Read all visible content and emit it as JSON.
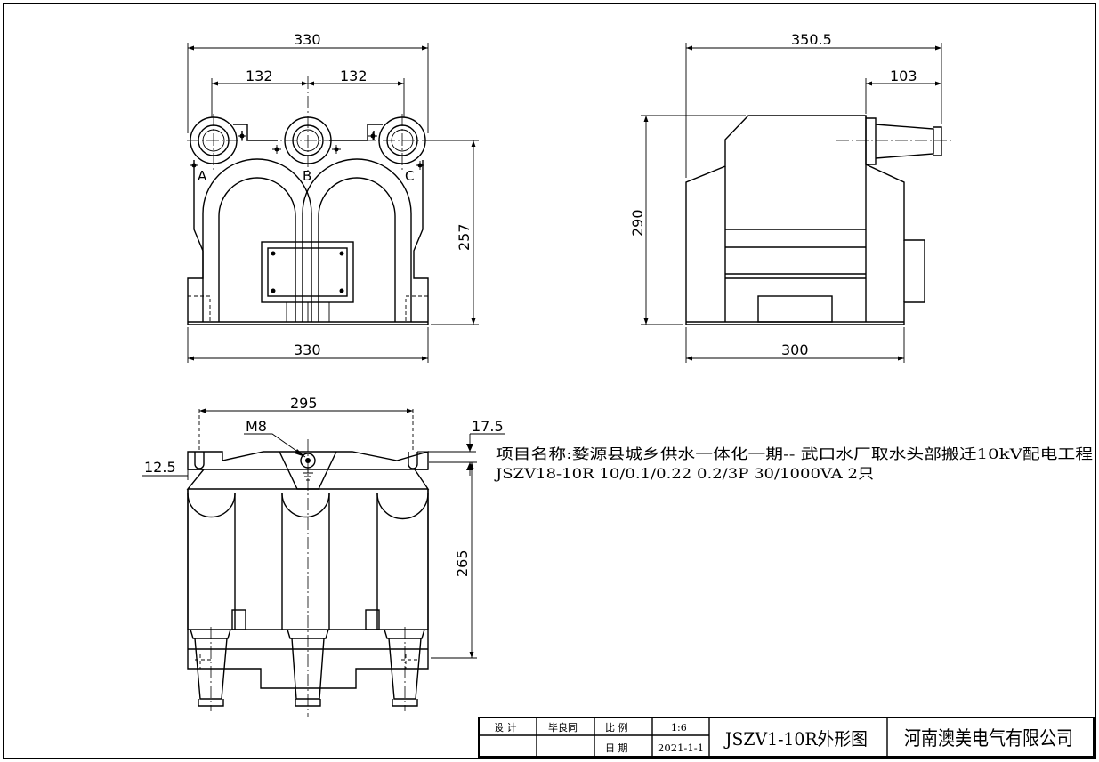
{
  "dimensions": {
    "front_width_top": "330",
    "front_pitch_left": "132",
    "front_pitch_right": "132",
    "front_width_bottom": "330",
    "front_height": "257",
    "side_length": "350.5",
    "side_terminal": "103",
    "side_height": "290",
    "side_base": "300",
    "bottom_width": "295",
    "bottom_thread": "M8",
    "bottom_offset_right": "17.5",
    "bottom_offset_left": "12.5",
    "bottom_height": "265"
  },
  "phase_labels": [
    "A",
    "B",
    "C"
  ],
  "notes": {
    "project": "项目名称:婺源县城乡供水一体化一期-- 武口水厂取水头部搬迁10kV配电工程",
    "spec": "JSZV18-10R 10/0.1/0.22 0.2/3P 30/1000VA 2只"
  },
  "title_block": {
    "design_label": "设  计",
    "designer": "毕良同",
    "scale_label": "比  例",
    "scale_value": "1:6",
    "date_label": "日  期",
    "date_value": "2021-1-1",
    "drawing_title": "JSZV1-10R外形图",
    "company": "河南澳美电气有限公司"
  }
}
